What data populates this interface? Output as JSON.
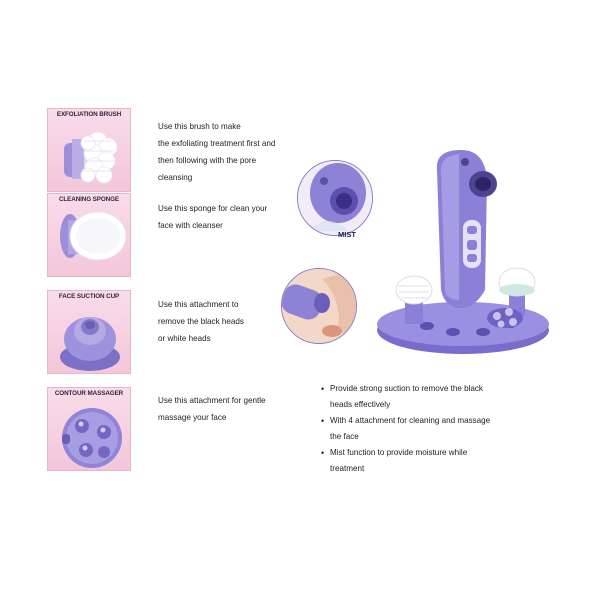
{
  "attachments": [
    {
      "title": "EXFOLIATION BRUSH",
      "icon": "exfoliation-brush-icon",
      "lines": [
        "Use this brush to make",
        "the exfoliating treatment first and",
        "then following with the pore",
        "cleansing"
      ]
    },
    {
      "title": "CLEANING SPONGE",
      "icon": "cleaning-sponge-icon",
      "lines": [
        "Use this sponge for clean your",
        "face with cleanser"
      ]
    },
    {
      "title": "FACE SUCTION CUP",
      "icon": "face-suction-cup-icon",
      "lines": [
        "Use this attachment to",
        "remove the black heads",
        "or white heads"
      ]
    },
    {
      "title": "CONTOUR MASSAGER",
      "icon": "contour-massager-icon",
      "lines": [
        "Use this attachment for gentle",
        "massage your face"
      ]
    }
  ],
  "mist_label": "MIST",
  "features": [
    {
      "line1": "Provide strong suction to remove the black",
      "line2": "heads effectively"
    },
    {
      "line1": "With 4 attachment for cleaning and massage",
      "line2": "the face"
    },
    {
      "line1": "Mist function to provide moisture while",
      "line2": "treatment"
    }
  ],
  "colors": {
    "card_bg": "#f3c6da",
    "device_purple": "#8a7fd6",
    "device_dark": "#5d4fb0"
  }
}
